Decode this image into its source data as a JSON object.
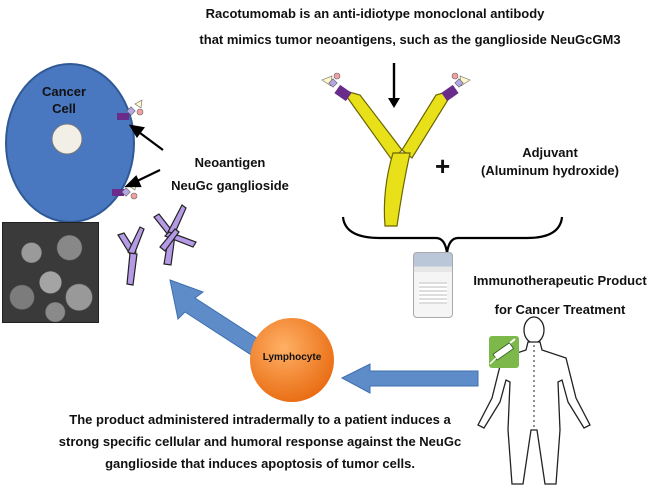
{
  "title": {
    "line1": "Racotumomab is an anti-idiotype monoclonal antibody",
    "line2": "that  mimics tumor neoantigens, such as the ganglioside  NeuGcGM3"
  },
  "cancer_cell": {
    "line1": "Cancer",
    "line2": "Cell"
  },
  "neoantigen": {
    "line1": "Neoantigen",
    "line2": "NeuGc ganglioside"
  },
  "plus": "+",
  "adjuvant": {
    "line1": "Adjuvant",
    "line2": "(Aluminum hydroxide)"
  },
  "product": {
    "line1": "Immunotherapeutic Product",
    "line2": "for Cancer Treatment"
  },
  "lymphocyte": "Lymphocyte",
  "bottom_text": {
    "line1": "The product administered intradermally to a patient induces a",
    "line2": "strong specific cellular and humoral response against the NeuGc",
    "line3": "ganglioside that induces apoptosis of tumor cells."
  },
  "colors": {
    "cell": "#4a78c0",
    "antibody_yellow": "#e8e11a",
    "antibody_purple": "#b59ae6",
    "lymphocyte": "#f07a1a",
    "arrow_blue": "#5d8cc8",
    "injection_badge": "#7cb84a"
  }
}
